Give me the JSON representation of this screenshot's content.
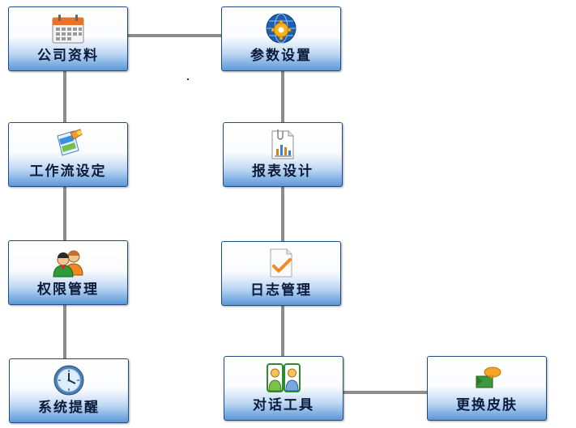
{
  "tiles": {
    "company": {
      "label": "公司资料",
      "icon": "calendar-icon"
    },
    "params": {
      "label": "参数设置",
      "icon": "globe-gear-icon"
    },
    "workflow": {
      "label": "工作流设定",
      "icon": "workflow-icon"
    },
    "report": {
      "label": "报表设计",
      "icon": "report-chart-icon"
    },
    "permission": {
      "label": "权限管理",
      "icon": "users-icon"
    },
    "log": {
      "label": "日志管理",
      "icon": "checkmark-doc-icon"
    },
    "reminder": {
      "label": "系统提醒",
      "icon": "clock-icon"
    },
    "chat": {
      "label": "对话工具",
      "icon": "chat-users-icon"
    },
    "skin": {
      "label": "更换皮肤",
      "icon": "skin-icon"
    }
  },
  "colors": {
    "connector": "#8c8c8c",
    "tile_border": "#1f4d87",
    "label": "#0a1a3a"
  }
}
